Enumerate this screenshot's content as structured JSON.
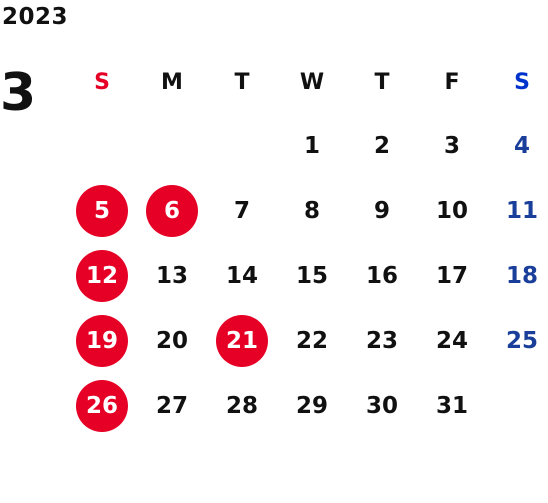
{
  "year": "2023",
  "month": "3",
  "colors": {
    "holiday_circle": "#e60026",
    "sunday": "#e60026",
    "saturday": "#1a3f9b"
  },
  "weekdays": [
    "S",
    "M",
    "T",
    "W",
    "T",
    "F",
    "S"
  ],
  "weeks": [
    [
      {
        "label": "",
        "holiday": false
      },
      {
        "label": "",
        "holiday": false
      },
      {
        "label": "",
        "holiday": false
      },
      {
        "label": "1",
        "holiday": false
      },
      {
        "label": "2",
        "holiday": false
      },
      {
        "label": "3",
        "holiday": false
      },
      {
        "label": "4",
        "holiday": false
      }
    ],
    [
      {
        "label": "5",
        "holiday": true
      },
      {
        "label": "6",
        "holiday": true
      },
      {
        "label": "7",
        "holiday": false
      },
      {
        "label": "8",
        "holiday": false
      },
      {
        "label": "9",
        "holiday": false
      },
      {
        "label": "10",
        "holiday": false
      },
      {
        "label": "11",
        "holiday": false
      }
    ],
    [
      {
        "label": "12",
        "holiday": true
      },
      {
        "label": "13",
        "holiday": false
      },
      {
        "label": "14",
        "holiday": false
      },
      {
        "label": "15",
        "holiday": false
      },
      {
        "label": "16",
        "holiday": false
      },
      {
        "label": "17",
        "holiday": false
      },
      {
        "label": "18",
        "holiday": false
      }
    ],
    [
      {
        "label": "19",
        "holiday": true
      },
      {
        "label": "20",
        "holiday": false
      },
      {
        "label": "21",
        "holiday": true
      },
      {
        "label": "22",
        "holiday": false
      },
      {
        "label": "23",
        "holiday": false
      },
      {
        "label": "24",
        "holiday": false
      },
      {
        "label": "25",
        "holiday": false
      }
    ],
    [
      {
        "label": "26",
        "holiday": true
      },
      {
        "label": "27",
        "holiday": false
      },
      {
        "label": "28",
        "holiday": false
      },
      {
        "label": "29",
        "holiday": false
      },
      {
        "label": "30",
        "holiday": false
      },
      {
        "label": "31",
        "holiday": false
      },
      {
        "label": "",
        "holiday": false
      }
    ]
  ]
}
